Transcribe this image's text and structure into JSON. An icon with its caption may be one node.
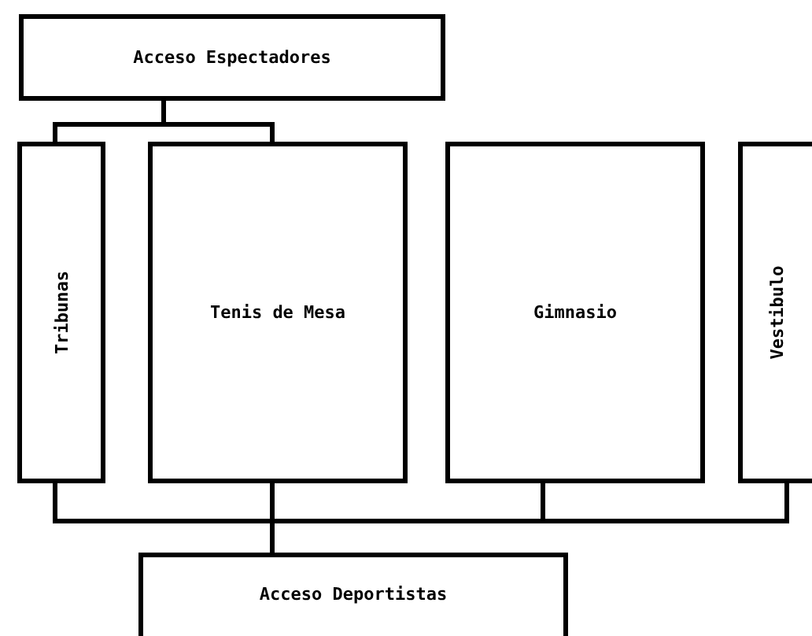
{
  "diagram": {
    "nodes": [
      {
        "text": [
          "Acceso Espectadores"
        ]
      },
      {
        "text": [
          "Tribunas"
        ]
      },
      {
        "text": [
          "Tenis de Mesa"
        ]
      },
      {
        "text": [
          "Gimnasio"
        ]
      },
      {
        "text": [
          "Vestibulo"
        ]
      },
      {
        "text": [
          "Acceso Deportistas"
        ]
      }
    ],
    "edges": [
      {
        "from": 0,
        "to": 1,
        "arrow": "none"
      },
      {
        "from": 0,
        "to": 2,
        "arrow": "none"
      },
      {
        "from": 1,
        "to": 5,
        "arrow": "none"
      },
      {
        "from": 2,
        "to": 5,
        "arrow": "none"
      },
      {
        "from": 3,
        "to": 5,
        "arrow": "none"
      },
      {
        "from": 4,
        "to": 5,
        "arrow": "none"
      }
    ]
  }
}
